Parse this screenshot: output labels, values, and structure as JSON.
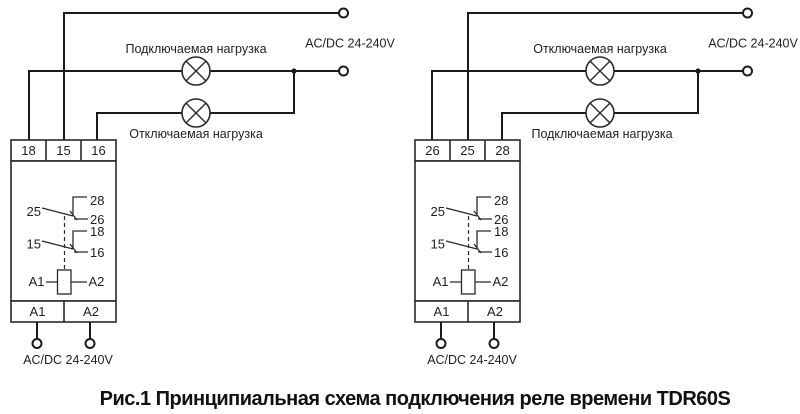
{
  "caption": "Рис.1 Принципиальная схема подключения реле времени TDR60S",
  "colors": {
    "line": "#1b1b1b",
    "text": "#1f1f1f",
    "background": "#ffffff"
  },
  "left": {
    "supply_top": "AC/DC 24-240V",
    "supply_bottom": "AC/DC 24-240V",
    "lamp_top_label": "Подключаемая нагрузка",
    "lamp_bottom_label": "Отключаемая нагрузка",
    "terminals_top": [
      "18",
      "15",
      "16"
    ],
    "terminals_bottom": [
      "A1",
      "A2"
    ],
    "contacts": [
      "28",
      "26",
      "18",
      "16"
    ],
    "commons": [
      "25",
      "15"
    ],
    "coil": [
      "A1",
      "A2"
    ]
  },
  "right": {
    "supply_top": "AC/DC 24-240V",
    "supply_bottom": "AC/DC 24-240V",
    "lamp_top_label": "Отключаемая нагрузка",
    "lamp_bottom_label": "Подключаемая нагрузка",
    "terminals_top": [
      "26",
      "25",
      "28"
    ],
    "terminals_bottom": [
      "A1",
      "A2"
    ],
    "contacts": [
      "28",
      "26",
      "18",
      "16"
    ],
    "commons": [
      "25",
      "15"
    ],
    "coil": [
      "A1",
      "A2"
    ]
  }
}
